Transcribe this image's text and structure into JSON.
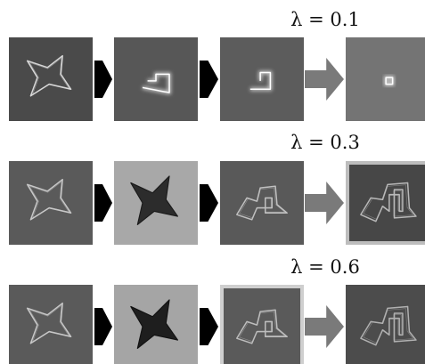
{
  "rows": [
    {
      "label": "λ = 0.1",
      "panels": [
        {
          "bg": "#4a4a4a",
          "shape": "seed",
          "stroke": "#d8d8d8",
          "fill": "none",
          "glow": false
        },
        {
          "bg": "#575757",
          "shape": "small-square",
          "stroke": "#ffffff",
          "fill": "none",
          "glow": true
        },
        {
          "bg": "#5c5c5c",
          "shape": "tiny-square",
          "stroke": "#ffffff",
          "fill": "none",
          "glow": true
        },
        {
          "bg": "#747474",
          "shape": "dot",
          "stroke": "#ffffff",
          "fill": "none",
          "glow": true
        }
      ]
    },
    {
      "label": "λ = 0.3",
      "panels": [
        {
          "bg": "#5a5a5a",
          "shape": "seed",
          "stroke": "#c8c8c8",
          "fill": "none",
          "glow": false
        },
        {
          "bg": "#a8a8a8",
          "shape": "star",
          "stroke": "#1a1a1a",
          "fill": "#2c2c2c",
          "glow": false
        },
        {
          "bg": "#595959",
          "shape": "spiral-small",
          "stroke": "#c0c0c0",
          "fill": "none",
          "glow": false
        },
        {
          "bg": "#474747",
          "shape": "spiral-large",
          "stroke": "#b8b8b8",
          "fill": "none",
          "glow": false,
          "frame": "#bdbdbd"
        }
      ]
    },
    {
      "label": "λ = 0.6",
      "panels": [
        {
          "bg": "#5a5a5a",
          "shape": "seed",
          "stroke": "#c8c8c8",
          "fill": "none",
          "glow": false
        },
        {
          "bg": "#a5a5a5",
          "shape": "star",
          "stroke": "#111111",
          "fill": "#1e1e1e",
          "glow": false
        },
        {
          "bg": "#5a5a5a",
          "shape": "spiral-small",
          "stroke": "#bdbdbd",
          "fill": "none",
          "glow": false,
          "frame": "#cfcfcf"
        },
        {
          "bg": "#4c4c4c",
          "shape": "spiral-large",
          "stroke": "#b0b0b0",
          "fill": "none",
          "glow": false
        }
      ]
    }
  ],
  "arrows": {
    "small_color": "#000000",
    "large_color": "#7a7a7a"
  }
}
